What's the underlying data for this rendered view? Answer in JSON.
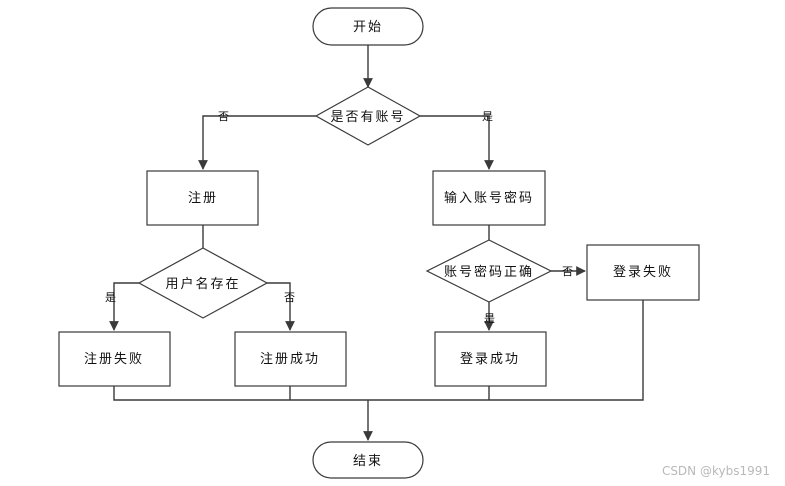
{
  "flowchart": {
    "nodes": {
      "start": "开始",
      "has_account": "是否有账号",
      "register": "注册",
      "enter_credentials": "输入账号密码",
      "username_exists": "用户名存在",
      "credentials_correct": "账号密码正确",
      "register_fail": "注册失败",
      "register_success": "注册成功",
      "login_success": "登录成功",
      "login_fail": "登录失败",
      "end": "结束"
    },
    "edge_labels": {
      "has_account_no": "否",
      "has_account_yes": "是",
      "username_exists_yes": "是",
      "username_exists_no": "否",
      "credentials_correct_no": "否",
      "credentials_correct_yes": "是"
    }
  },
  "watermark": "CSDN @kybs1991"
}
